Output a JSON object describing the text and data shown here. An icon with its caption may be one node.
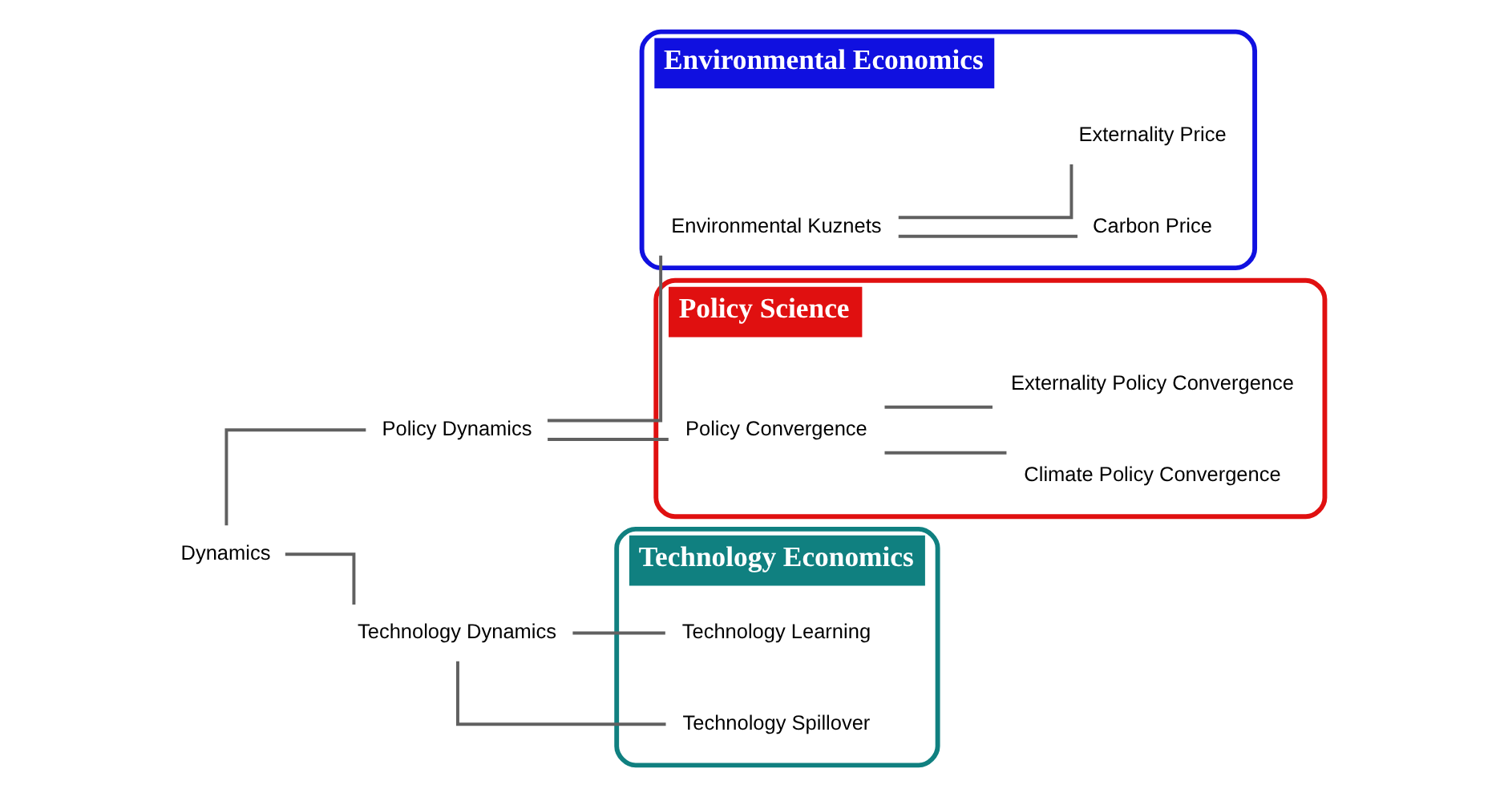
{
  "diagram": {
    "nodes": [
      {
        "text": [
          "Dynamics"
        ]
      },
      {
        "text": [
          "Policy Dynamics"
        ]
      },
      {
        "text": [
          "Environmental Economics"
        ]
      },
      {
        "text": [
          "Environmental Kuznets"
        ],
        "in": 2
      },
      {
        "text": [
          "Carbon Price"
        ],
        "in": 2
      },
      {
        "text": [
          "Externality Price"
        ],
        "in": 2
      },
      {
        "text": [
          "Policy Science"
        ]
      },
      {
        "text": [
          "Policy Convergence"
        ],
        "in": 6
      },
      {
        "text": [
          "Climate Policy Convergence"
        ],
        "in": 6
      },
      {
        "text": [
          "Externality Policy Convergence"
        ],
        "in": 6
      },
      {
        "text": [
          "Technology Dynamics"
        ]
      },
      {
        "text": [
          "Technology Economics"
        ]
      },
      {
        "text": [
          "Technology Learning"
        ],
        "in": 11
      },
      {
        "text": [
          "Technology Spillover"
        ],
        "in": 11
      }
    ],
    "edges": [
      {
        "from": 0,
        "to": 1,
        "arrow": "none"
      },
      {
        "from": 0,
        "to": 10,
        "arrow": "none"
      },
      {
        "from": 1,
        "to": 3,
        "arrow": "none"
      },
      {
        "from": 1,
        "to": 7,
        "arrow": "none"
      },
      {
        "from": 3,
        "to": 4,
        "arrow": "none"
      },
      {
        "from": 3,
        "to": 5,
        "arrow": "none"
      },
      {
        "from": 7,
        "to": 8,
        "arrow": "none"
      },
      {
        "from": 7,
        "to": 9,
        "arrow": "none"
      },
      {
        "from": 10,
        "to": 12,
        "arrow": "none"
      },
      {
        "from": 10,
        "to": 13,
        "arrow": "none"
      }
    ]
  }
}
